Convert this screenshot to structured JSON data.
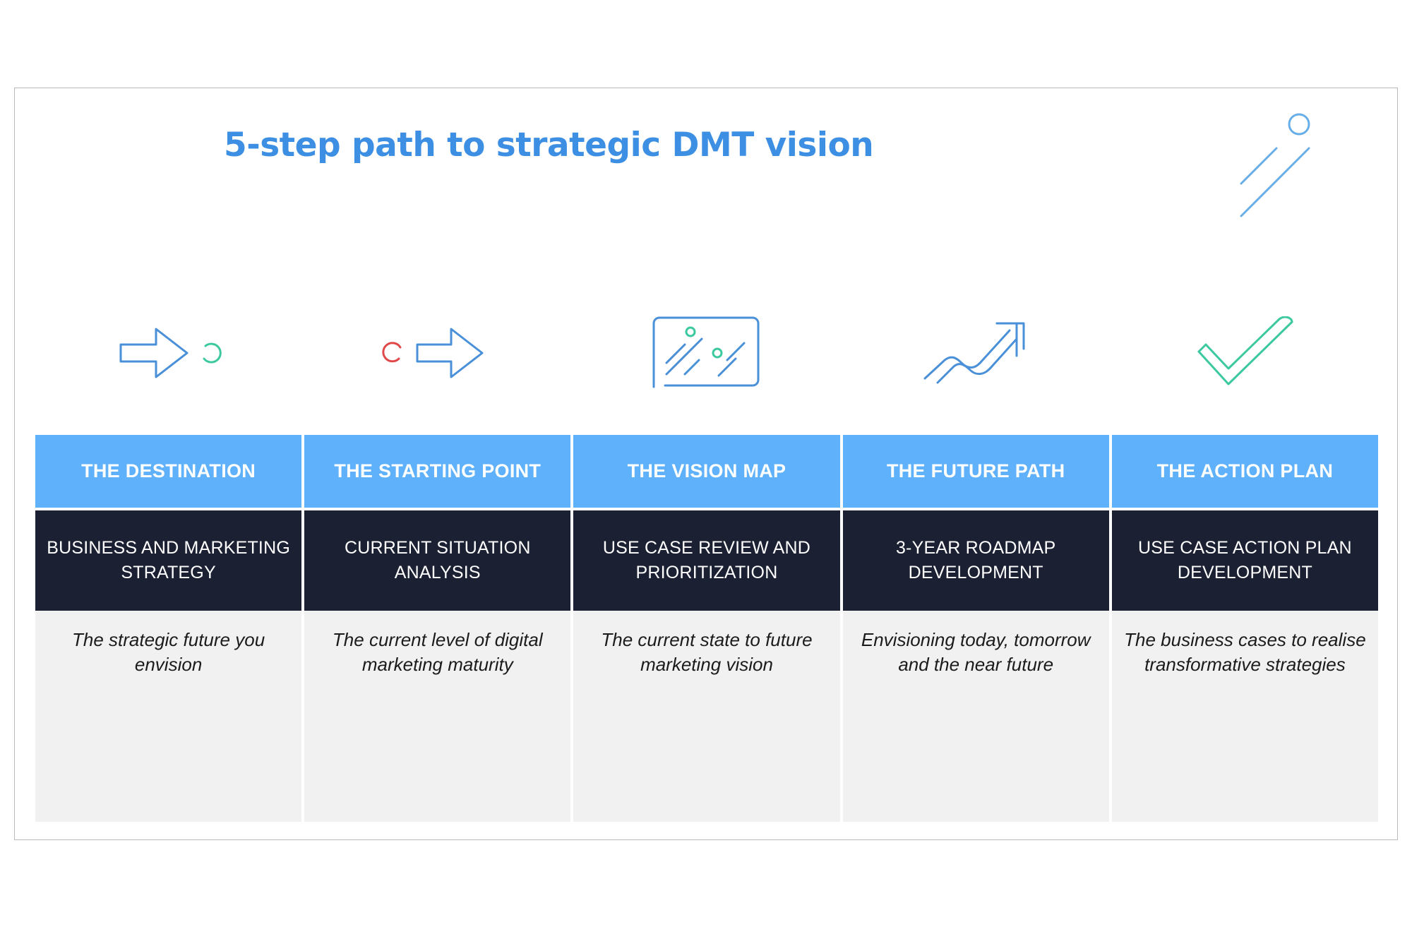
{
  "title": "5-step path to strategic DMT vision",
  "colors": {
    "accent": "#3d8fe3",
    "header_bg": "#5eb1fa",
    "subheader_bg": "#1c2033",
    "description_bg": "#f1f1f1",
    "icon_blue": "#4a90d9",
    "icon_green": "#3cc9a0",
    "icon_red": "#e04a4a"
  },
  "steps": [
    {
      "icon": "arrow-right-with-circle-icon",
      "heading": "THE DESTINATION",
      "subheading": "BUSINESS AND MARKETING STRATEGY",
      "description": "The strategic future you envision"
    },
    {
      "icon": "circle-with-arrow-right-icon",
      "heading": "THE STARTING POINT",
      "subheading": "CURRENT SITUATION ANALYSIS",
      "description": "The current level of digital marketing maturity"
    },
    {
      "icon": "vision-map-board-icon",
      "heading": "THE VISION MAP",
      "subheading": "USE CASE REVIEW AND PRIORITIZATION",
      "description": "The current state to future marketing vision"
    },
    {
      "icon": "trending-up-arrow-icon",
      "heading": "THE FUTURE PATH",
      "subheading": "3-YEAR ROADMAP DEVELOPMENT",
      "description": "Envisioning today, tomorrow and the near future"
    },
    {
      "icon": "checkmark-icon",
      "heading": "THE ACTION PLAN",
      "subheading": "USE CASE ACTION PLAN DEVELOPMENT",
      "description": "The business cases to realise transformative strategies"
    }
  ]
}
